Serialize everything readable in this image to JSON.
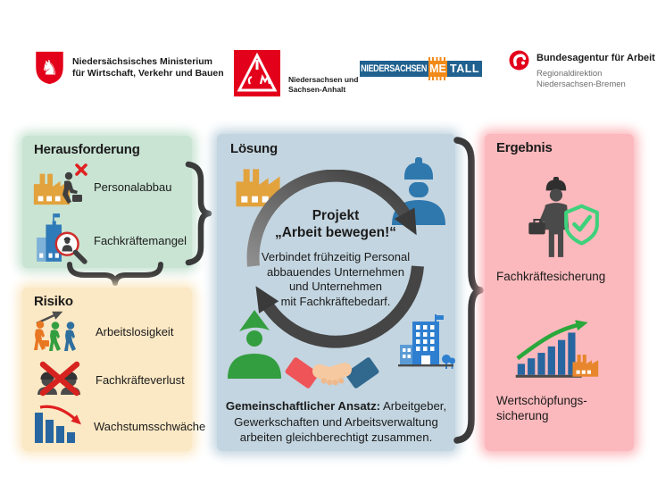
{
  "header": {
    "ministry": {
      "line1": "Niedersächsisches Ministerium",
      "line2": "für Wirtschaft, Verkehr und Bauen"
    },
    "igmetall": {
      "region_line1": "Niedersachsen und",
      "region_line2": "Sachsen-Anhalt"
    },
    "nsmetall": {
      "part1": "NIEDERSACHSEN",
      "part2": "ME",
      "part3": "TALL"
    },
    "arbeitsagentur": {
      "name": "Bundesagentur für Arbeit",
      "sub1": "Regionaldirektion",
      "sub2": "Niedersachsen-Bremen"
    }
  },
  "challenge": {
    "title": "Herausforderung",
    "items": [
      {
        "label": "Personalabbau"
      },
      {
        "label": "Fachkräftemangel"
      }
    ]
  },
  "risk": {
    "title": "Risiko",
    "items": [
      {
        "label": "Arbeitslosigkeit"
      },
      {
        "label": "Fachkräfteverlust"
      },
      {
        "label": "Wachstumsschwäche"
      }
    ]
  },
  "solution": {
    "title": "Lösung",
    "project_line1": "Projekt",
    "project_line2": "„Arbeit bewegen!“",
    "description_lines": [
      "Verbindet frühzeitig Personal",
      "abbauendes Unternehmen",
      "und Unternehmen",
      "mit Fachkräftebedarf."
    ],
    "approach_bold": "Gemeinschaftlicher Ansatz:",
    "approach_line1_rest": " Arbeitgeber,",
    "approach_line2": "Gewerkschaften und Arbeitsverwaltung",
    "approach_line3": "arbeiten gleichberechtigt zusammen."
  },
  "result": {
    "title": "Ergebnis",
    "items": [
      {
        "label_line1": "Fachkräftesicherung"
      },
      {
        "label_line1": "Wertschöpfungs-",
        "label_line2": "sicherung"
      }
    ]
  },
  "icons": {
    "header": [
      "lower-saxony-crest-icon",
      "igmetall-triangle-icon",
      "bundesagentur-a-icon"
    ],
    "challenge": [
      "factory-layoff-icon",
      "skilled-worker-search-icon"
    ],
    "risk": [
      "unemployment-icon",
      "skilled-worker-loss-icon",
      "growth-decline-icon"
    ],
    "solution": [
      "factory-icon",
      "construction-worker-icon",
      "cycle-arrows-icon",
      "craftsman-icon",
      "office-building-icon",
      "handshake-icon"
    ],
    "result": [
      "secured-worker-shield-icon",
      "value-creation-growth-icon"
    ]
  },
  "colors": {
    "challenge_bg": "#c9e4d3",
    "risk_bg": "#fbe8c4",
    "solution_bg": "#c3d5e0",
    "result_bg": "#fcb9bd",
    "brand_red": "#e3001b",
    "nsm_blue": "#20618f",
    "nsm_orange": "#f28a18",
    "factory_orange": "#e2a23c",
    "icon_blue": "#2e78ae",
    "building_blue": "#2e7fd0",
    "bar_blue": "#2766a0",
    "icon_green": "#339e3f",
    "shield_green": "#3ed17c",
    "arrow_green": "#2aa83c",
    "alert_red": "#d6231f",
    "dark_gray": "#3f3f3f",
    "brace_gray": "#3a3a3a"
  }
}
